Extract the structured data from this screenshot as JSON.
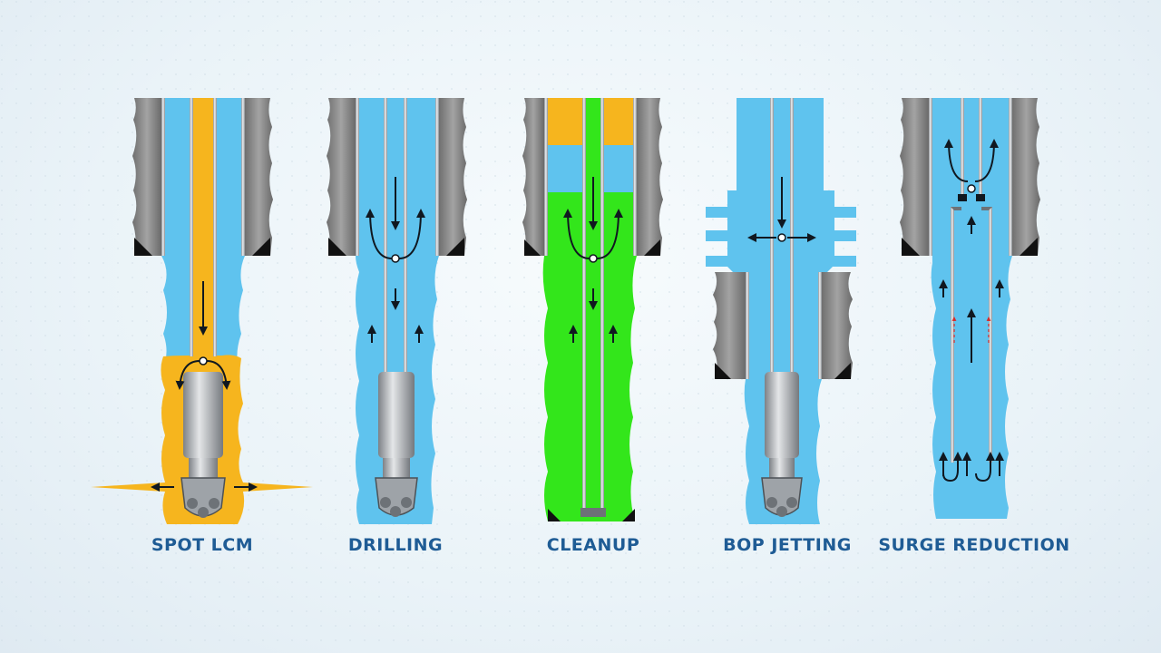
{
  "panels": [
    {
      "id": "spot-lcm",
      "label": "SPOT LCM"
    },
    {
      "id": "drilling",
      "label": "DRILLING"
    },
    {
      "id": "cleanup",
      "label": "CLEANUP"
    },
    {
      "id": "bop-jetting",
      "label": "BOP JETTING"
    },
    {
      "id": "surge-reduction",
      "label": "SURGE REDUCTION"
    }
  ],
  "colors": {
    "fluid": "#5fc3ee",
    "lcm": "#f6b51e",
    "cleanup_green": "#33e61b",
    "formation": "#8a8a8a",
    "steel": "#c4c8cc",
    "arrow": "#101820",
    "label": "#1f5c95"
  }
}
